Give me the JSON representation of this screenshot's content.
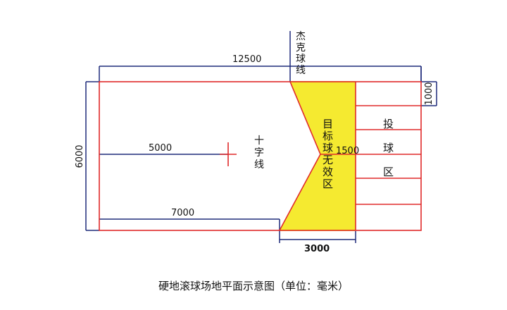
{
  "dimensions": {
    "top_length": "12500",
    "side_width": "6000",
    "center_line": "5000",
    "bottom_length": "7000",
    "bottom_ext": "3000",
    "pitching_row": "1000",
    "zone_depth": "1500"
  },
  "labels": {
    "jack_line": [
      "杰",
      "克",
      "球",
      "线"
    ],
    "cross_line": [
      "十",
      "字",
      "线"
    ],
    "target_zone": [
      "目",
      "标",
      "球",
      "无",
      "效",
      "区"
    ],
    "pitching_zone": [
      "投",
      "球",
      "区"
    ]
  },
  "caption": "硬地滚球场地平面示意图（单位：毫米）",
  "colors": {
    "court_line": "#e02a2a",
    "dimension_line": "#1f2b7a",
    "target_fill": "#f4ea2a",
    "target_fill_edge": "#e8c81a"
  }
}
